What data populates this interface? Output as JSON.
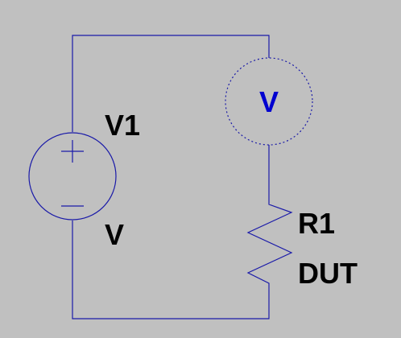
{
  "diagram": {
    "source": {
      "name": "V1",
      "value": "V",
      "plus_symbol": "+",
      "minus_symbol": "−"
    },
    "voltmeter": {
      "label": "V"
    },
    "resistor": {
      "name": "R1",
      "value": "DUT"
    }
  },
  "colors": {
    "background": "#c0c0c0",
    "wire": "#1a1aa8",
    "meter_label": "#0000d0",
    "text": "#000000"
  }
}
